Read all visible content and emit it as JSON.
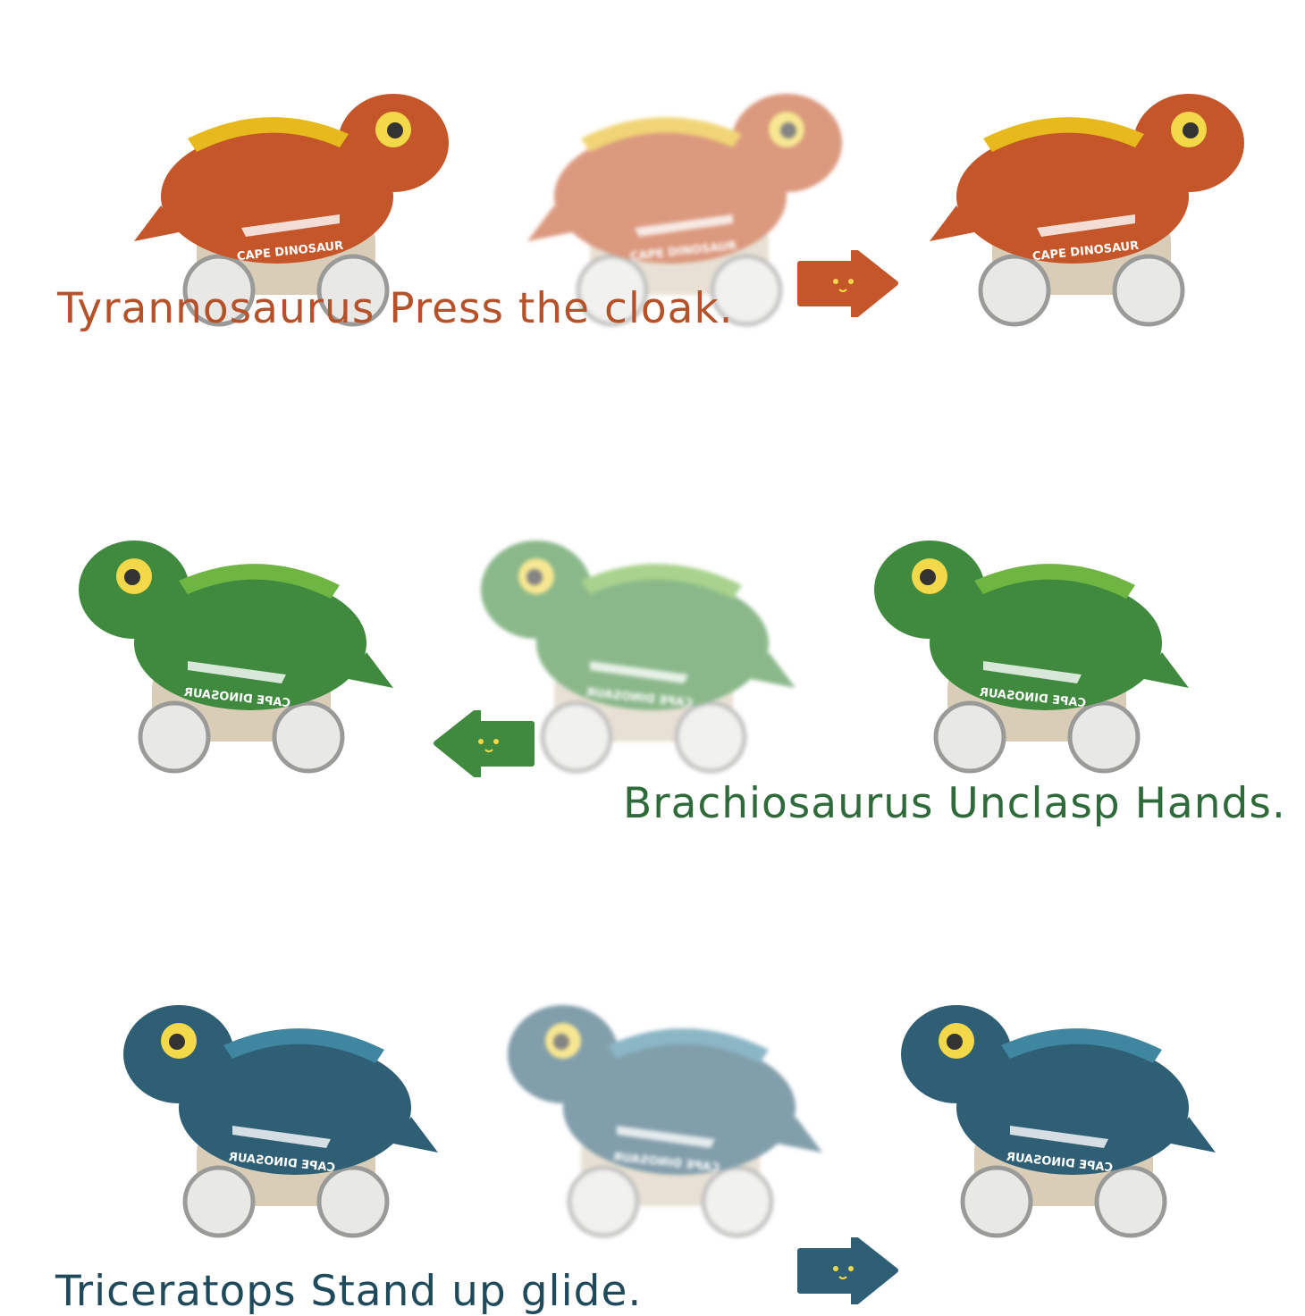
{
  "toy_label": "CAPE DINOSAUR",
  "rows": [
    {
      "caption": "Tyrannosaurus Press the cloak.",
      "color": "#c4562a",
      "cape": "#e8b91c",
      "text_color": "#b5522a",
      "arrow": "right"
    },
    {
      "caption": "Brachiosaurus Unclasp Hands.",
      "color": "#3f8a3e",
      "cape": "#6fb542",
      "text_color": "#2f6b3a",
      "arrow": "left"
    },
    {
      "caption": "Triceratops Stand up glide.",
      "color": "#2f5f74",
      "cape": "#3f86a0",
      "text_color": "#1f4a5c",
      "arrow": "right"
    }
  ],
  "colors": {
    "base": "#d9cdb8",
    "wheel": "#e8e8e6",
    "wheel_rim": "#9a9a98"
  }
}
